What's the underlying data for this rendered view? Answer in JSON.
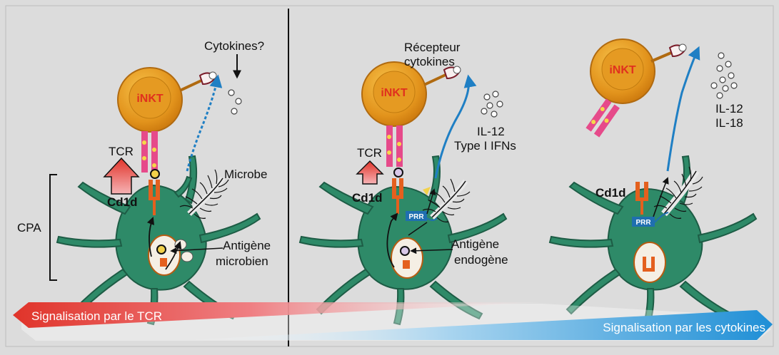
{
  "panel1": {
    "cytokines_q": "Cytokines?",
    "inkt": "iNKT",
    "tcr": "TCR",
    "cd1d": "Cd1d",
    "microbe": "Microbe",
    "cpa": "CPA",
    "antigen_line1": "Antigène",
    "antigen_line2": "microbien"
  },
  "panel2": {
    "receptor_line1": "Récepteur",
    "receptor_line2": "cytokines",
    "inkt": "iNKT",
    "il12": "IL-12",
    "type1": "Type I IFNs",
    "tcr": "TCR",
    "cd1d": "Cd1d",
    "prr": "PRR",
    "antigen_line1": "Antigène",
    "antigen_line2": "endogène"
  },
  "panel3": {
    "inkt": "iNKT",
    "il12": "IL-12",
    "il18": "IL-18",
    "cd1d": "Cd1d",
    "prr": "PRR"
  },
  "bands": {
    "tcr_signal": "Signalisation par le TCR",
    "cyto_signal": "Signalisation par les cytokines"
  },
  "colors": {
    "background": "#dcdcdc",
    "cell_green": "#2e8a68",
    "inkt_orange": "#e2931c",
    "tcr_pink": "#e64a8a",
    "cd1d_orange": "#e4601e",
    "arrow_blue": "#1f7fc4",
    "band_red": "#e0342a",
    "band_blue": "#2aa0dc",
    "prr_blue": "#1f6fb0"
  },
  "icons": [
    "cytokine-dot-icon",
    "microbe-icon",
    "receptor-icon",
    "arrow-icon"
  ]
}
